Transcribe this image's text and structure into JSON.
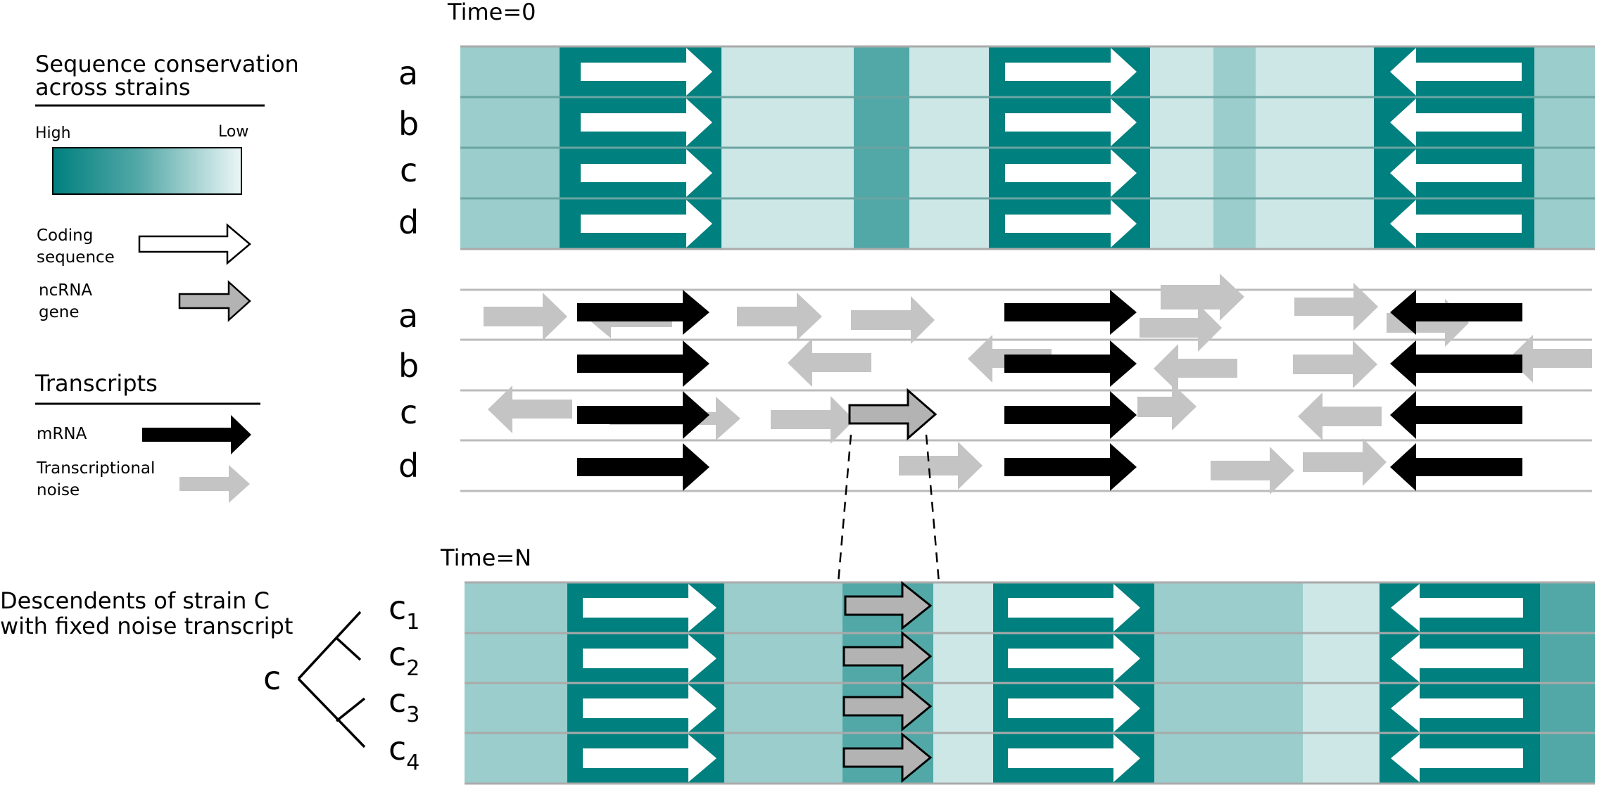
{
  "legend": {
    "conservation_title_line1": "Sequence conservation",
    "conservation_title_line2": "across strains",
    "gradient_high": "High",
    "gradient_low": "Low",
    "coding_line1": "Coding",
    "coding_line2": "sequence",
    "ncrna_line1": "ncRNA",
    "ncrna_line2": "gene",
    "transcripts_title": "Transcripts",
    "mrna": "mRNA",
    "noise_line1": "Transcriptional",
    "noise_line2": "noise"
  },
  "panels": {
    "time0_label": "Time=0",
    "timeN_label": "Time=N",
    "strains": [
      "a",
      "b",
      "c",
      "d"
    ],
    "descendents": {
      "parent": "c",
      "labels": [
        {
          "base": "c",
          "sub": "1"
        },
        {
          "base": "c",
          "sub": "2"
        },
        {
          "base": "c",
          "sub": "3"
        },
        {
          "base": "c",
          "sub": "4"
        }
      ]
    },
    "descendents_line1": "Descendents of strain C",
    "descendents_line2": "with fixed noise transcript"
  },
  "colors": {
    "conservation_high": "#00807e",
    "conservation_mid_high": "#52a8a7",
    "conservation_mid": "#9acdcb",
    "conservation_low": "#cde6e6",
    "mrna": "#000000",
    "noise": "#c4c4c4",
    "ncrna": "#b3b3b3",
    "coding": "#ffffff"
  }
}
